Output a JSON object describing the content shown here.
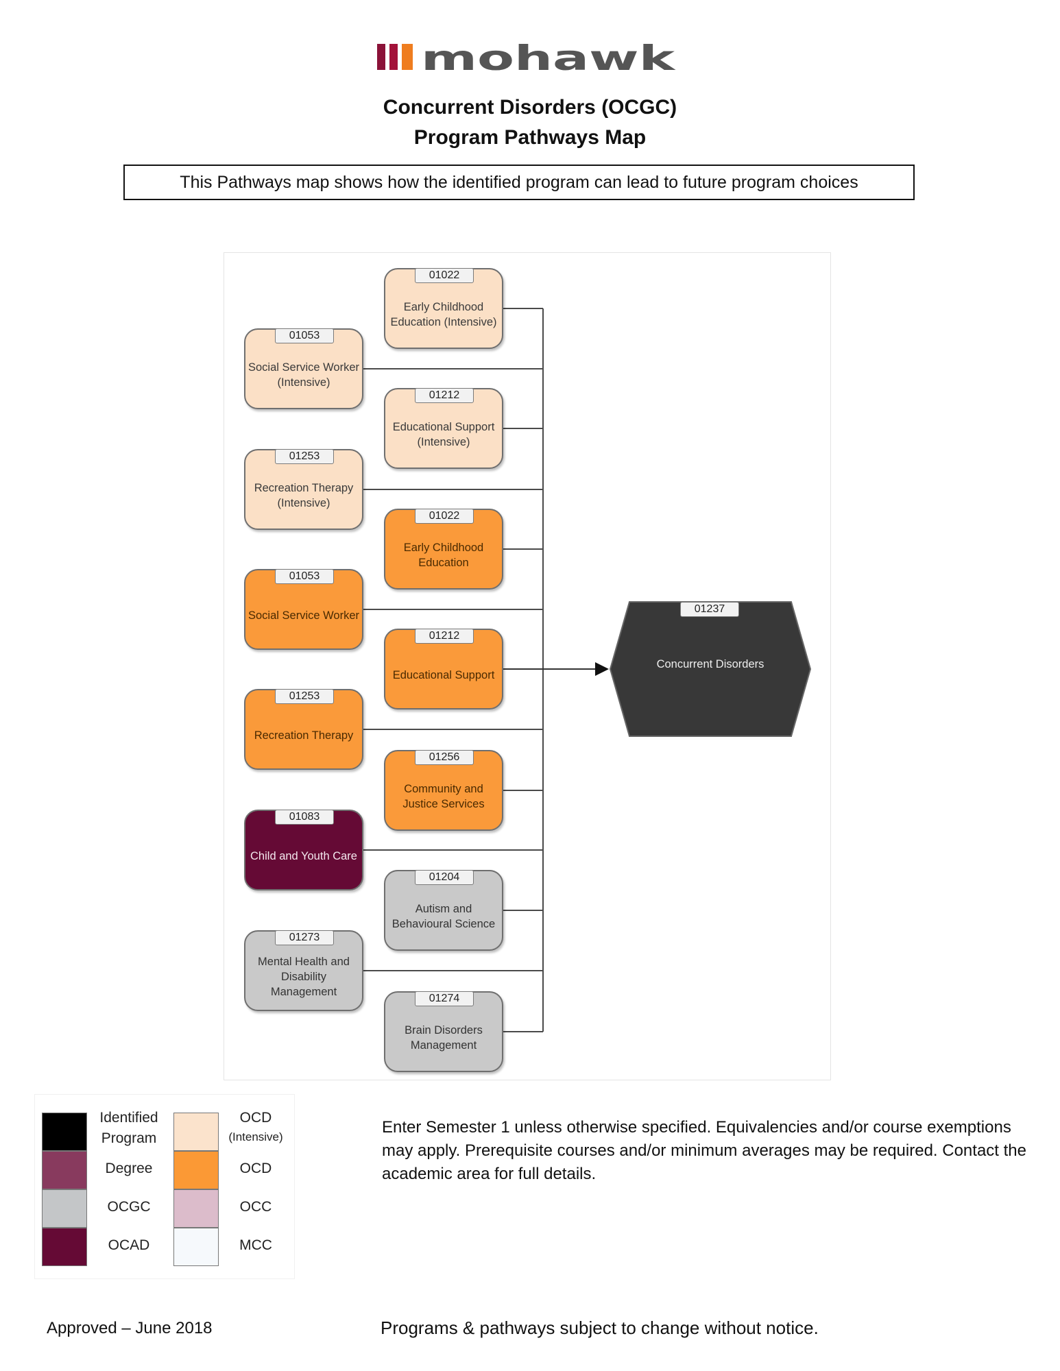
{
  "header": {
    "logo_text": "mohawk",
    "title_line1": "Concurrent Disorders (OCGC)",
    "title_line2": "Program Pathways Map",
    "intro": "This Pathways map shows how the identified program can lead to future program choices"
  },
  "colors": {
    "identified": "#000000",
    "degree": "#883a5e",
    "ocgc": "#c4c6c8",
    "ocad": "#650a35",
    "ocd_intensive": "#fbe3cc",
    "ocd": "#fb9935",
    "occ": "#dcbccb",
    "mcc": "#f6f9fc",
    "target_fill": "#383838"
  },
  "programs": {
    "p1": {
      "code": "01022",
      "name": "Early Childhood Education (Intensive)"
    },
    "p2": {
      "code": "01053",
      "name": "Social Service Worker (Intensive)"
    },
    "p3": {
      "code": "01212",
      "name": "Educational Support (Intensive)"
    },
    "p4": {
      "code": "01253",
      "name": "Recreation Therapy (Intensive)"
    },
    "p5": {
      "code": "01022",
      "name": "Early Childhood Education"
    },
    "p6": {
      "code": "01053",
      "name": "Social Service Worker"
    },
    "p7": {
      "code": "01212",
      "name": "Educational Support"
    },
    "p8": {
      "code": "01253",
      "name": "Recreation Therapy"
    },
    "p9": {
      "code": "01256",
      "name": "Community and Justice Services"
    },
    "p10": {
      "code": "01083",
      "name": "Child and Youth Care"
    },
    "p11": {
      "code": "01204",
      "name": "Autism and Behavioural Science"
    },
    "p12": {
      "code": "01273",
      "name": "Mental Health and Disability Management"
    },
    "p13": {
      "code": "01274",
      "name": "Brain Disorders Management"
    }
  },
  "target": {
    "code": "01237",
    "name": "Concurrent Disorders"
  },
  "legend": {
    "identified_line1": "Identified",
    "identified_line2": "Program",
    "degree": "Degree",
    "ocgc": "OCGC",
    "ocad": "OCAD",
    "ocd_intensive_line1": "OCD",
    "ocd_intensive_line2": "(Intensive)",
    "ocd": "OCD",
    "occ": "OCC",
    "mcc": "MCC"
  },
  "note": "Enter Semester 1 unless otherwise specified. Equivalencies and/or course exemptions may apply. Prerequisite courses and/or minimum averages may be required. Contact the academic area for full details.",
  "footer": {
    "approved": "Approved – June 2018",
    "disclaimer": "Programs & pathways subject to change without notice."
  }
}
